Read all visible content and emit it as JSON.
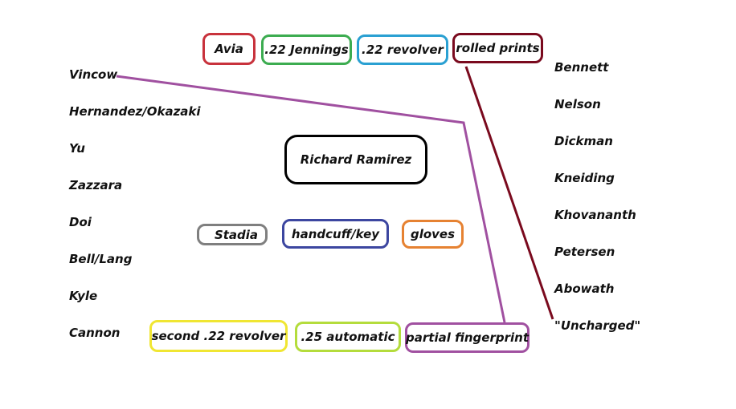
{
  "center": {
    "label": "Richard Ramirez",
    "color": "#000000"
  },
  "evidence_top": [
    {
      "label": "Avia",
      "color": "#c8323c"
    },
    {
      "label": ".22 Jennings",
      "color": "#3cac50"
    },
    {
      "label": ".22 revolver",
      "color": "#2aa0d2"
    },
    {
      "label": "rolled prints",
      "color": "#7a0a1e"
    }
  ],
  "evidence_middle": [
    {
      "label": "Stadia",
      "color": "#7f7f7f"
    },
    {
      "label": "handcuff/key",
      "color": "#3c46a0"
    },
    {
      "label": "gloves",
      "color": "#e68232"
    }
  ],
  "evidence_bottom": [
    {
      "label": "second .22 revolver",
      "color": "#f0e632"
    },
    {
      "label": ".25 automatic",
      "color": "#b4dc3c"
    },
    {
      "label": "partial fingerprint",
      "color": "#a050a0"
    }
  ],
  "victims_left": [
    "Vincow",
    "Hernandez/Okazaki",
    "Yu",
    "Zazzara",
    "Doi",
    "Bell/Lang",
    "Kyle",
    "Cannon"
  ],
  "victims_right": [
    "Bennett",
    "Nelson",
    "Dickman",
    "Kneiding",
    "Khovananth",
    "Petersen",
    "Abowath",
    "\"Uncharged\""
  ],
  "connections": [
    {
      "from": "Vincow",
      "to": "partial fingerprint",
      "color": "#a050a0"
    },
    {
      "from": "rolled prints",
      "to": "\"Uncharged\"",
      "color": "#7a0a1e"
    }
  ]
}
